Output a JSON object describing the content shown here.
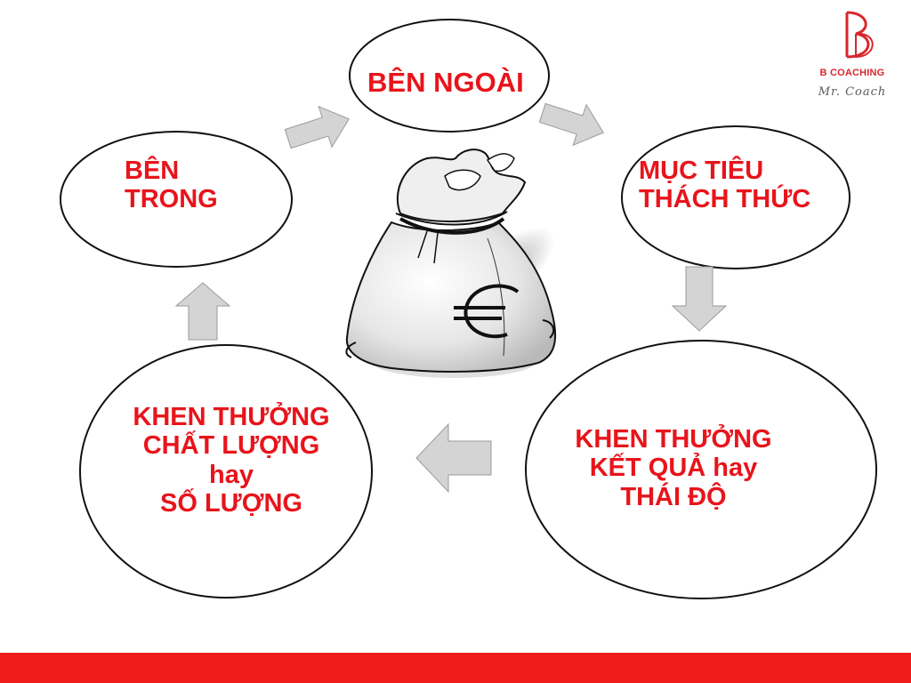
{
  "brand": {
    "name": "B COACHING",
    "tagline": "Mr. Coach",
    "logo_icon": "bd-monogram-icon",
    "logo_color": "#d8262d"
  },
  "cycle": {
    "text_color": "#e8141b",
    "nodes": [
      {
        "id": "ben-ngoai",
        "lines": [
          "BÊN NGOÀI"
        ]
      },
      {
        "id": "muc-tieu",
        "lines": [
          "MỤC TIÊU",
          "THÁCH THỨC"
        ]
      },
      {
        "id": "khen-thuong-ket-qua",
        "lines": [
          "KHEN THƯỞNG",
          "KẾT QUẢ hay",
          "THÁI ĐỘ"
        ]
      },
      {
        "id": "khen-thuong-chat-luong",
        "lines": [
          "KHEN THƯỞNG",
          "CHẤT LƯỢNG",
          "hay",
          "SỐ LƯỢNG"
        ]
      },
      {
        "id": "ben-trong",
        "lines": [
          "BÊN",
          "TRONG"
        ]
      }
    ],
    "center_icon": "money-bag-euro-icon"
  },
  "footer": {
    "color": "#ee1c1c"
  }
}
